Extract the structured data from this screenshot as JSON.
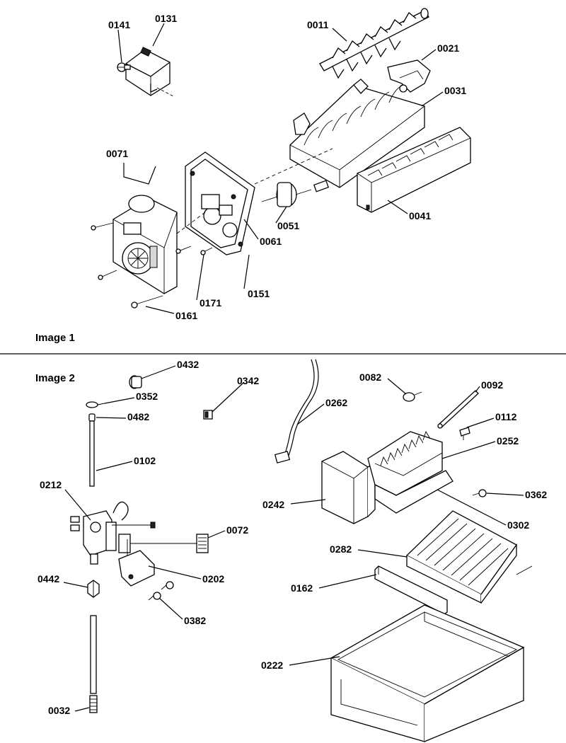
{
  "panels": [
    {
      "title": "Image 1"
    },
    {
      "title": "Image 2"
    }
  ],
  "callouts": {
    "p1": [
      "0141",
      "0131",
      "0011",
      "0021",
      "0031",
      "0071",
      "0051",
      "0061",
      "0041",
      "0151",
      "0171",
      "0161"
    ],
    "p2": [
      "0432",
      "0352",
      "0342",
      "0482",
      "0102",
      "0212",
      "0072",
      "0202",
      "0442",
      "0382",
      "0032",
      "0082",
      "0092",
      "0262",
      "0112",
      "0252",
      "0362",
      "0242",
      "0302",
      "0282",
      "0162",
      "0222"
    ]
  }
}
